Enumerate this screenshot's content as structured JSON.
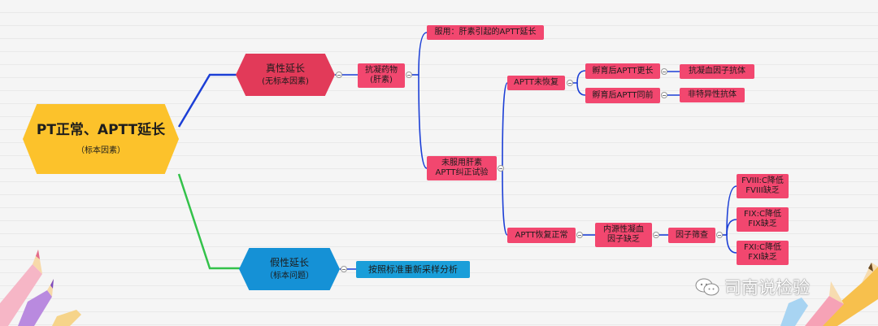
{
  "root": {
    "title": "PT正常、APTT延长",
    "subtitle": "（标本因素）"
  },
  "true_prolong": {
    "title": "真性延长",
    "subtitle": "(无标本因素)"
  },
  "false_prolong": {
    "title": "假性延长",
    "subtitle": "（标本问题）"
  },
  "anticoag_drug": {
    "line1": "抗凝药物",
    "line2": "(肝素)"
  },
  "heparin_taken": "服用：肝素引起的APTT延长",
  "no_heparin": {
    "line1": "未服用肝素",
    "line2": "APTT纠正试验"
  },
  "aptt_not_recovered": "APTT未恢复",
  "incub_longer": "孵育后APTT更长",
  "incub_same": "孵育后APTT同前",
  "anti_factor_ab": "抗凝血因子抗体",
  "nonspecific_ab": "非特异性抗体",
  "aptt_recovered": "APTT恢复正常",
  "intrinsic_def": {
    "line1": "内源性凝血",
    "line2": "因子缺乏"
  },
  "factor_screen": "因子筛查",
  "fviii": {
    "line1": "FVIII:C降低",
    "line2": "FVIII缺乏"
  },
  "fix": {
    "line1": "FIX:C降低",
    "line2": "FIX缺乏"
  },
  "fxi": {
    "line1": "FXI:C降低",
    "line2": "FXI缺乏"
  },
  "resample": "按照标准重新采样分析",
  "watermark": "司南说检验",
  "colors": {
    "root": "#fcc22b",
    "node_pink": "#f2476f",
    "node_blue": "#1a9ed9",
    "line_blue": "#1c3fd6",
    "line_green": "#33c24a"
  }
}
